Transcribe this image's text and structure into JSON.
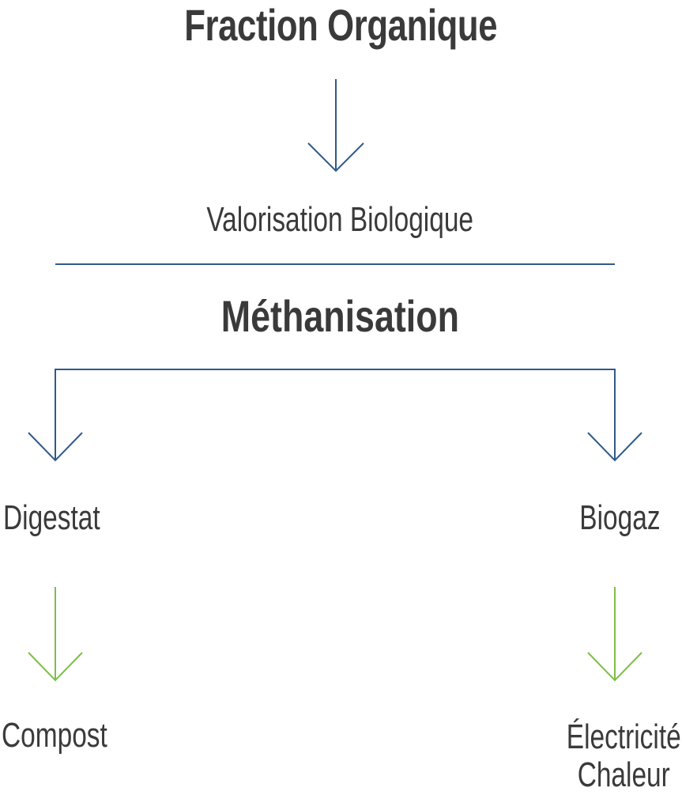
{
  "diagram": {
    "title": "Fraction Organique",
    "subtitle": "Valorisation Biologique",
    "process": "Méthanisation",
    "left": {
      "product": "Digestat",
      "output": "Compost"
    },
    "right": {
      "product": "Biogaz",
      "outputs": [
        "Électricité",
        "Chaleur"
      ]
    },
    "colors": {
      "text": "#3a3a3a",
      "blue_arrow": "#2f5a8a",
      "green_arrow": "#7cbf4a"
    }
  }
}
